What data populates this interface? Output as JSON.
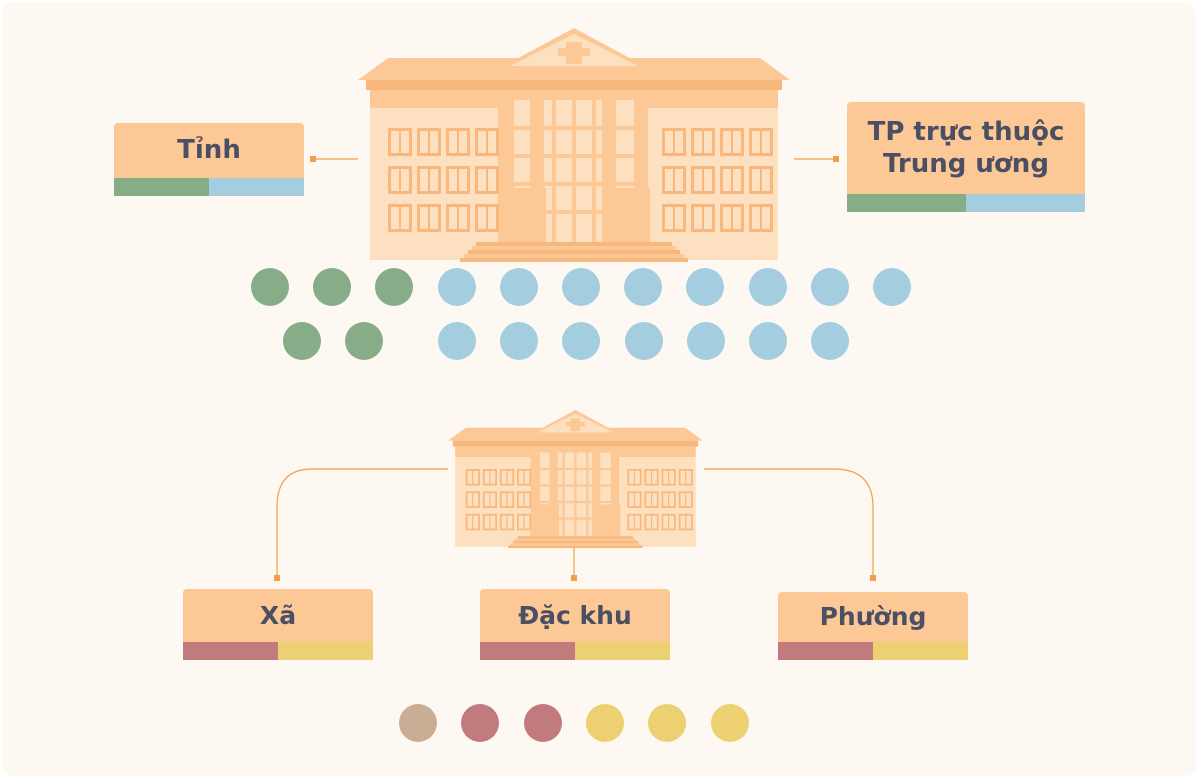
{
  "upper_level": {
    "left_box": {
      "label": "Tỉnh"
    },
    "right_box": {
      "label": "TP trực thuộc Trung ương"
    }
  },
  "lower_level": {
    "boxes": [
      {
        "label": "Xã"
      },
      {
        "label": "Đặc khu"
      },
      {
        "label": "Phường"
      }
    ]
  },
  "upper_dots": {
    "row1": [
      "green",
      "green",
      "green",
      "blue",
      "blue",
      "blue",
      "blue",
      "blue",
      "blue",
      "blue",
      "blue"
    ],
    "row2": [
      "green",
      "green",
      "blue",
      "blue",
      "blue",
      "blue",
      "blue",
      "blue",
      "blue"
    ]
  },
  "lower_dots": [
    "tan",
    "rose",
    "rose",
    "yellow",
    "yellow",
    "yellow"
  ],
  "colors": {
    "background": "#fdf8f2",
    "label_fill": "#fcc895",
    "text": "#4b4f63",
    "building_main": "#fcc895",
    "building_light": "#fde0c0",
    "building_window": "#f8b77c",
    "connector": "#f0a04b",
    "green": "#86ac88",
    "blue": "#a4cddf",
    "tan": "#c9ad94",
    "rose": "#c27b7c",
    "yellow": "#ecd072"
  }
}
